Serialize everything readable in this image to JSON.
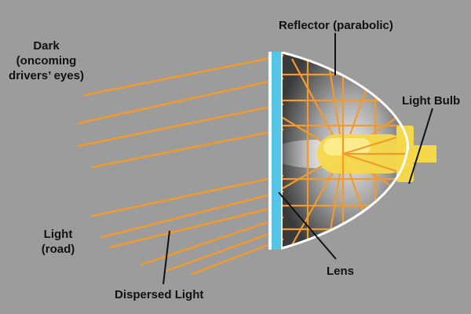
{
  "labels": {
    "dark_line1": "Dark",
    "dark_line2": "(oncoming",
    "dark_line3": "drivers’ eyes)",
    "reflector": "Reflector (parabolic)",
    "bulb": "Light Bulb",
    "light_line1": "Light",
    "light_line2": "(road)",
    "lens": "Lens",
    "dispersed": "Dispersed Light"
  },
  "colors": {
    "background": "#9c9c9c",
    "beam": "#f39a2c",
    "lens": "#56c4e6",
    "bulb": "#f5d84a",
    "reflector_outline": "#ffffff",
    "text": "#111111"
  }
}
